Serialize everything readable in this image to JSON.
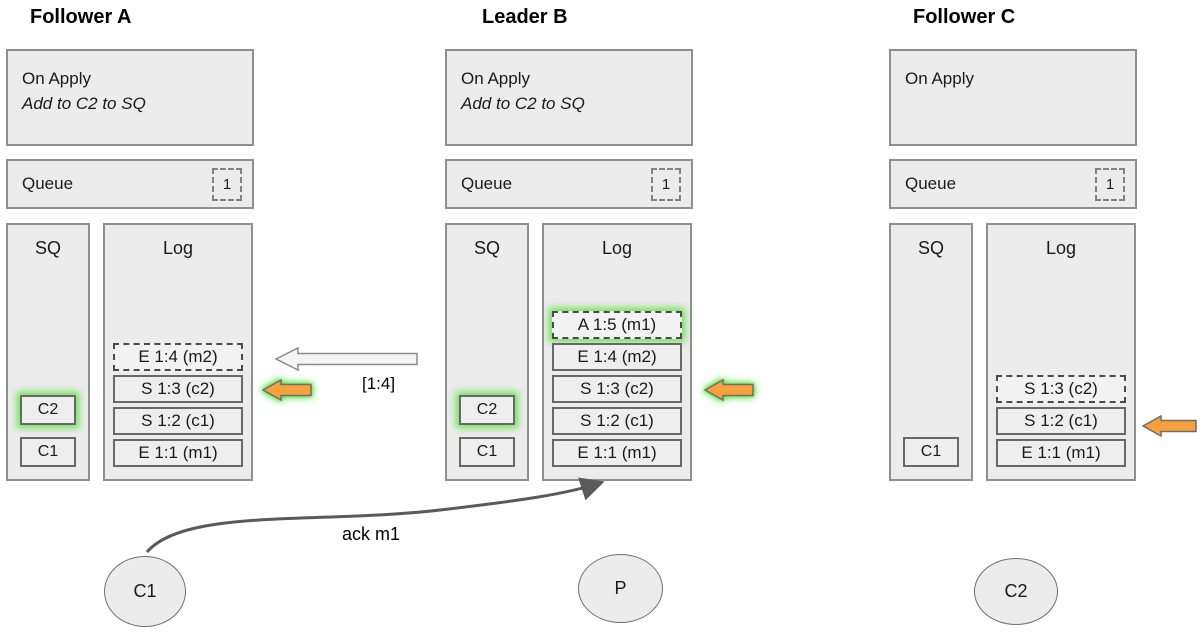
{
  "diagram": {
    "nodes": [
      {
        "title": "Follower A",
        "on_apply": {
          "title": "On Apply",
          "rule": "Add to C2 to SQ"
        },
        "queue": {
          "label": "Queue",
          "count": "1"
        },
        "sq": {
          "header": "SQ",
          "items": [
            {
              "label": "C2"
            },
            {
              "label": "C1"
            }
          ]
        },
        "log": {
          "header": "Log",
          "entries": [
            {
              "label": "E 1:4 (m2)"
            },
            {
              "label": "S 1:3 (c2)"
            },
            {
              "label": "S 1:2 (c1)"
            },
            {
              "label": "E 1:1 (m1)"
            }
          ]
        }
      },
      {
        "title": "Leader B",
        "on_apply": {
          "title": "On Apply",
          "rule": "Add to C2 to SQ"
        },
        "queue": {
          "label": "Queue",
          "count": "1"
        },
        "sq": {
          "header": "SQ",
          "items": [
            {
              "label": "C2"
            },
            {
              "label": "C1"
            }
          ]
        },
        "log": {
          "header": "Log",
          "entries": [
            {
              "label": "A 1:5 (m1)"
            },
            {
              "label": "E 1:4 (m2)"
            },
            {
              "label": "S 1:3 (c2)"
            },
            {
              "label": "S 1:2 (c1)"
            },
            {
              "label": "E 1:1 (m1)"
            }
          ]
        }
      },
      {
        "title": "Follower C",
        "on_apply": {
          "title": "On Apply",
          "rule": ""
        },
        "queue": {
          "label": "Queue",
          "count": "1"
        },
        "sq": {
          "header": "SQ",
          "items": [
            {
              "label": "C1"
            }
          ]
        },
        "log": {
          "header": "Log",
          "entries": [
            {
              "label": "S 1:3 (c2)"
            },
            {
              "label": "S 1:2 (c1)"
            },
            {
              "label": "E 1:1 (m1)"
            }
          ]
        }
      }
    ],
    "labels": {
      "replicate_range": "[1:4]",
      "ack": "ack m1"
    },
    "clients": [
      {
        "label": "C1"
      },
      {
        "label": "P"
      },
      {
        "label": "C2"
      }
    ],
    "colors": {
      "highlight_glow": "#58e046",
      "arrow_orange": "#f7a13d",
      "box_fill": "#ececec",
      "box_border": "#8f8f8f"
    }
  }
}
